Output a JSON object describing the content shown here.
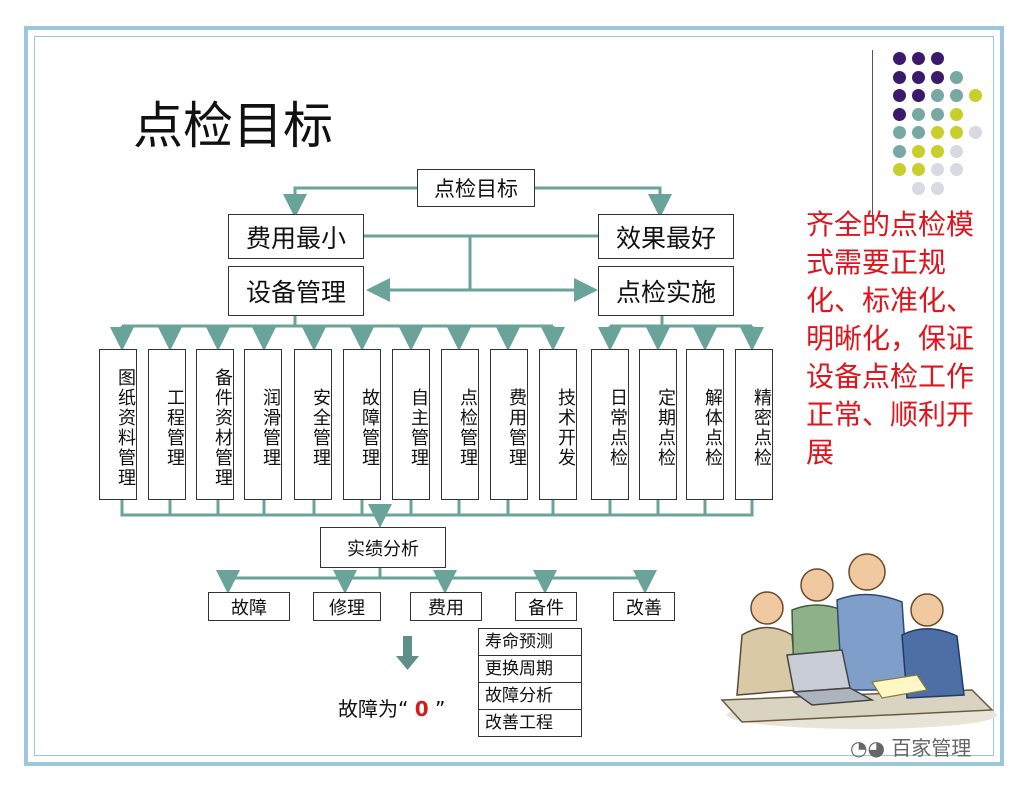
{
  "slide": {
    "title": "点检目标",
    "root": "点检目标",
    "left_top": "费用最小",
    "right_top": "效果最好",
    "left_mid": "设备管理",
    "right_mid": "点检实施",
    "mgmt_items": [
      "图纸资料管理",
      "工程管理",
      "备件资材管理",
      "润滑管理",
      "安全管理",
      "故障管理",
      "自主管理",
      "点检管理",
      "费用管理",
      "技术开发"
    ],
    "impl_items": [
      "日常点检",
      "定期点检",
      "解体点检",
      "精密点检"
    ],
    "analysis": "实绩分析",
    "analysis_items": [
      "故障",
      "修理",
      "费用",
      "备件",
      "改善"
    ],
    "stack_items": [
      "寿命预测",
      "更换周期",
      "故障分析",
      "改善工程"
    ],
    "goal_prefix": "故障为“",
    "goal_zero": "0",
    "goal_suffix": "”",
    "slogan": "齐全的点检模式需要正规化、标准化、明晰化，保证设备点检工作正常、顺利开展",
    "watermark": "百家管理"
  },
  "colors": {
    "connector": "#6aa39a",
    "slogan": "#e0141c",
    "frame": "#9cc6dd",
    "arrow": "#5f8f88",
    "dot_purple": "#3b1a6b",
    "dot_teal": "#78a8a4",
    "dot_lime": "#c8cf2a",
    "dot_gray": "#d9d9e4"
  },
  "icons": [
    "down-arrow-icon",
    "decorative-dot-grid",
    "meeting-illustration",
    "wechat-icon"
  ]
}
